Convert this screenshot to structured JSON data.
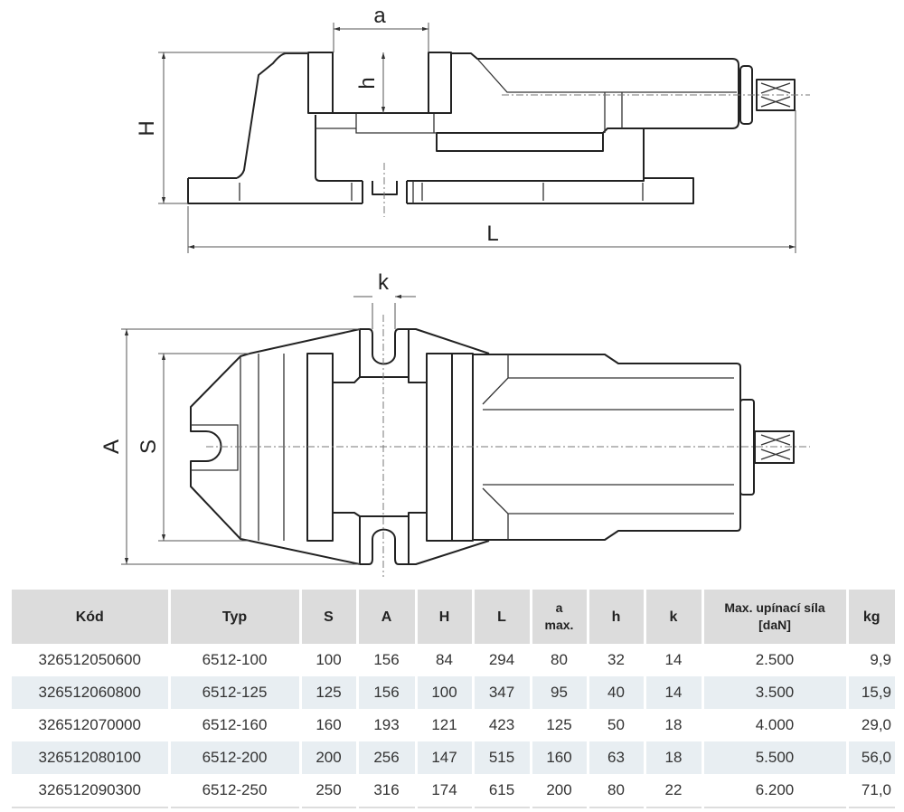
{
  "drawing": {
    "side_view_labels": {
      "a": "a",
      "h": "h",
      "H": "H",
      "L": "L"
    },
    "top_view_labels": {
      "k": "k",
      "A": "A",
      "S": "S"
    }
  },
  "table": {
    "headers": {
      "kod": "Kód",
      "typ": "Typ",
      "S": "S",
      "A": "A",
      "H": "H",
      "L": "L",
      "a_line1": "a",
      "a_line2": "max.",
      "h": "h",
      "k": "k",
      "force_line1": "Max. upínací síla",
      "force_line2": "[daN]",
      "kg": "kg"
    },
    "rows": [
      [
        "326512050600",
        "6512-100",
        "100",
        "156",
        "84",
        "294",
        "80",
        "32",
        "14",
        "2.500",
        "9,9"
      ],
      [
        "326512060800",
        "6512-125",
        "125",
        "156",
        "100",
        "347",
        "95",
        "40",
        "14",
        "3.500",
        "15,9"
      ],
      [
        "326512070000",
        "6512-160",
        "160",
        "193",
        "121",
        "423",
        "125",
        "50",
        "18",
        "4.000",
        "29,0"
      ],
      [
        "326512080100",
        "6512-200",
        "200",
        "256",
        "147",
        "515",
        "160",
        "63",
        "18",
        "5.500",
        "56,0"
      ],
      [
        "326512090300",
        "6512-250",
        "250",
        "316",
        "174",
        "615",
        "200",
        "80",
        "22",
        "6.200",
        "71,0"
      ]
    ]
  }
}
